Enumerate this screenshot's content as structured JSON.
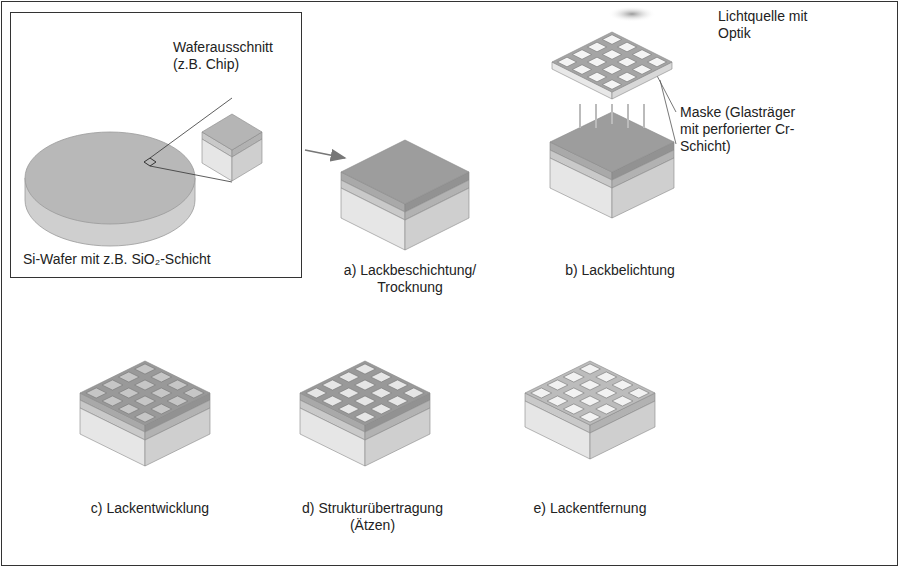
{
  "diagram": {
    "nodes": [
      {
        "text": [
          "Waferausschnitt (z.B. Chip)",
          "Si-Wafer mit z.B. SiO₂-Schicht"
        ]
      }
    ],
    "labels": [
      "Lichtquelle mit Optik",
      "Maske (Glasträger mit perforierter Cr-Schicht)",
      "a) Lackbeschichtung/ Trocknung",
      "b) Lackbelichtung",
      "c) Lackentwicklung",
      "d) Strukturübertragung (Ätzen)",
      "e) Lackentfernung"
    ]
  }
}
